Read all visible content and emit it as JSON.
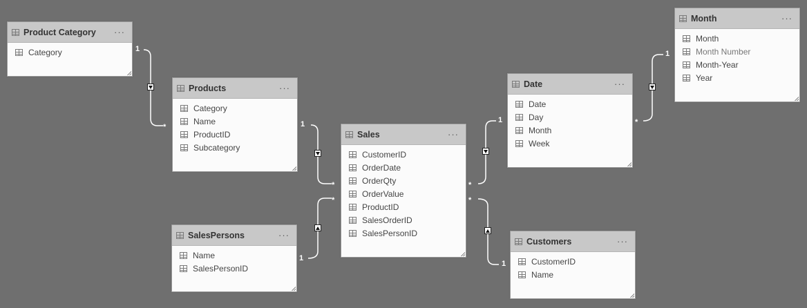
{
  "more_glyph": "···",
  "colors": {
    "background": "#6f6f6f",
    "card_header": "#c8c8c8",
    "line": "#ffffff"
  },
  "tables": {
    "product_category": {
      "title": "Product Category",
      "fields": [
        "Category"
      ]
    },
    "products": {
      "title": "Products",
      "fields": [
        "Category",
        "Name",
        "ProductID",
        "Subcategory"
      ]
    },
    "sales": {
      "title": "Sales",
      "fields": [
        "CustomerID",
        "OrderDate",
        "OrderQty",
        "OrderValue",
        "ProductID",
        "SalesOrderID",
        "SalesPersonID"
      ]
    },
    "salespersons": {
      "title": "SalesPersons",
      "fields": [
        "Name",
        "SalesPersonID"
      ]
    },
    "date": {
      "title": "Date",
      "fields": [
        "Date",
        "Day",
        "Month",
        "Week"
      ]
    },
    "month": {
      "title": "Month",
      "fields": [
        "Month",
        "Month Number",
        "Month-Year",
        "Year"
      ]
    },
    "customers": {
      "title": "Customers",
      "fields": [
        "CustomerID",
        "Name"
      ]
    }
  },
  "relationships": [
    {
      "from": "Product Category",
      "to": "Products",
      "one": "1",
      "many": "*",
      "direction": "down"
    },
    {
      "from": "Products",
      "to": "Sales",
      "one": "1",
      "many": "*",
      "direction": "down"
    },
    {
      "from": "SalesPersons",
      "to": "Sales",
      "one": "1",
      "many": "*",
      "direction": "up"
    },
    {
      "from": "Date",
      "to": "Sales",
      "one": "1",
      "many": "*",
      "direction": "down"
    },
    {
      "from": "Month",
      "to": "Date",
      "one": "1",
      "many": "*",
      "direction": "down"
    },
    {
      "from": "Customers",
      "to": "Sales",
      "one": "1",
      "many": "*",
      "direction": "up"
    }
  ]
}
